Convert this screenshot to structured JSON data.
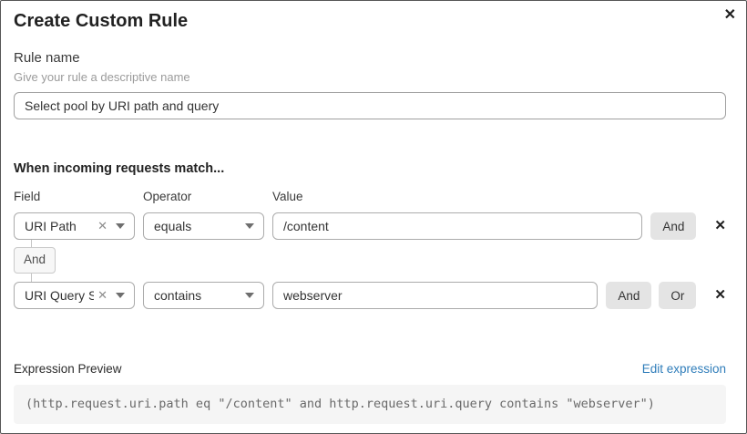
{
  "dialog": {
    "title": "Create Custom Rule",
    "close_icon": "✕"
  },
  "rule_name": {
    "label": "Rule name",
    "helper": "Give your rule a descriptive name",
    "value": "Select pool by URI path and query"
  },
  "matcher": {
    "heading": "When incoming requests match...",
    "columns": {
      "field": "Field",
      "operator": "Operator",
      "value": "Value"
    },
    "rows": [
      {
        "field": "URI Path",
        "operator": "equals",
        "value": "/content",
        "connectors": [
          "And"
        ],
        "clear_icon": "✕",
        "delete_icon": "✕"
      },
      {
        "field": "URI Query St...",
        "operator": "contains",
        "value": "webserver",
        "connectors": [
          "And",
          "Or"
        ],
        "clear_icon": "✕",
        "delete_icon": "✕"
      }
    ],
    "join_badge": "And"
  },
  "expression": {
    "label": "Expression Preview",
    "edit_link": "Edit expression",
    "code": "(http.request.uri.path eq \"/content\" and http.request.uri.query contains \"webserver\")"
  },
  "colors": {
    "link_blue": "#2f7dba",
    "button_gray": "#e4e4e4",
    "code_background": "#f5f5f5",
    "border_gray": "#ababab"
  }
}
